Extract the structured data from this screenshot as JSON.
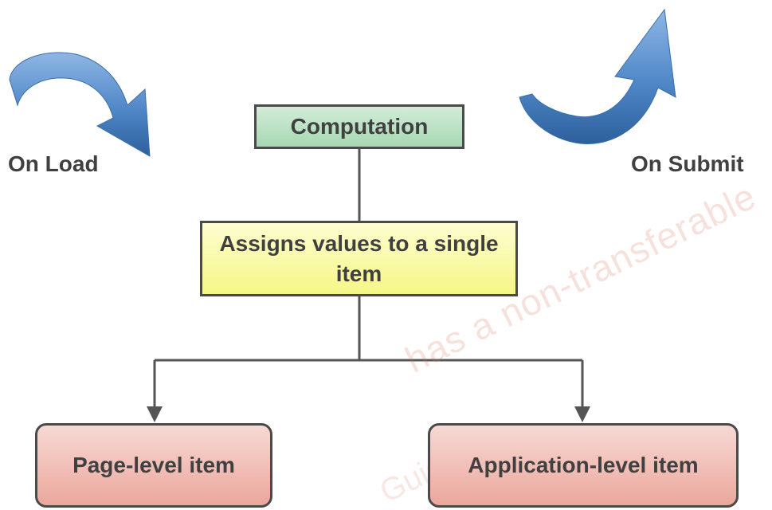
{
  "diagram": {
    "trigger_left": "On Load",
    "trigger_right": "On Submit",
    "top_box": "Computation",
    "middle_box": "Assigns values to a single item",
    "bottom_left_box": "Page-level item",
    "bottom_right_box": "Application-level item"
  },
  "watermark": {
    "line1": "has a non-transferable",
    "line2": "Guide."
  },
  "colors": {
    "computation_fill": "#a6d8b2",
    "assigns_fill": "#f6f786",
    "item_fill": "#eba79c",
    "arrow_blue": "#4f87c7",
    "outline": "#4a4a4a"
  }
}
